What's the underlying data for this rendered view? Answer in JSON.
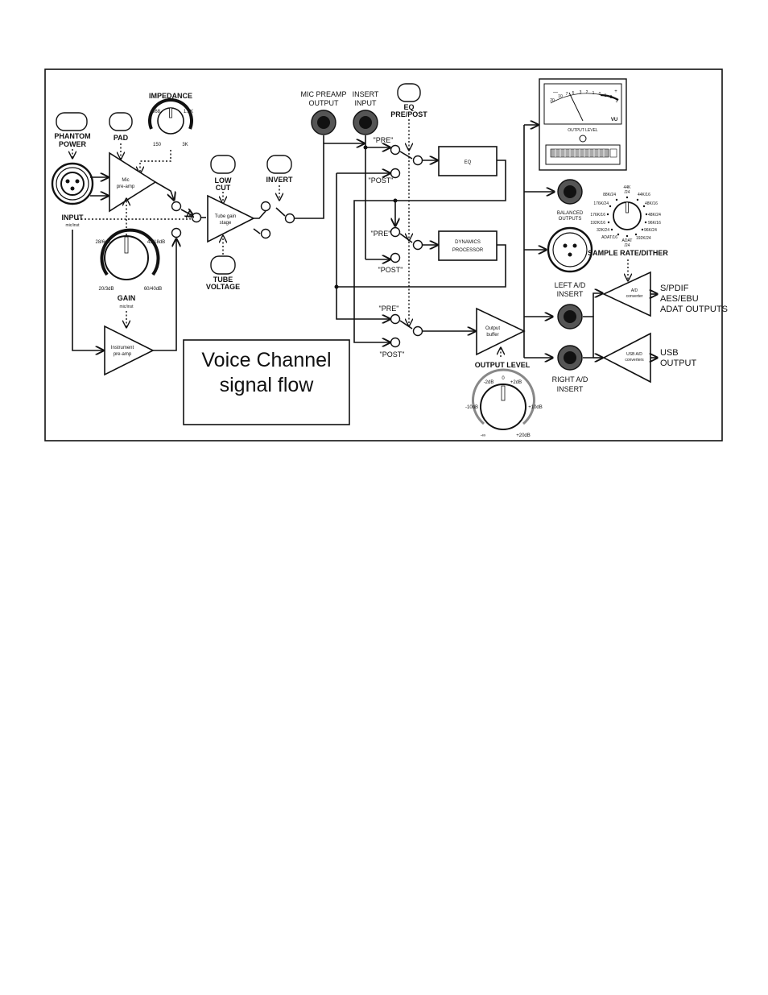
{
  "title": {
    "line1": "Voice Channel",
    "line2": "signal flow"
  },
  "controls": {
    "phantom_power": "PHANTOM\nPOWER",
    "pad": "PAD",
    "impedance": "IMPEDANCE",
    "impedance_ticks": [
      "368",
      "1.2K",
      "150",
      "3K"
    ],
    "input": "INPUT",
    "input_sub": "mic/inst",
    "gain": "GAIN",
    "gain_sub": "mic/inst",
    "gain_ticks": [
      "28/6dB",
      "43/18dB",
      "20/3dB",
      "60/40dB"
    ],
    "low_cut": "LOW\nCUT",
    "tube_voltage": "TUBE\nVOLTAGE",
    "invert": "INVERT",
    "mic_preamp_output": "MIC PREAMP\nOUTPUT",
    "insert_input": "INSERT\nINPUT",
    "eq_pre_post": "EQ\nPRE/POST",
    "output_level": "OUTPUT LEVEL",
    "output_ticks": [
      "-2dB",
      "0",
      "+2dB",
      "-10dB",
      "+10dB",
      "-∞",
      "+20dB"
    ],
    "balanced_outputs": "BALANCED\nOUTPUTS",
    "sample_rate": "SAMPLE RATE/DITHER",
    "sample_rate_ticks": [
      "44K\n/24",
      "88K/24",
      "44K/16",
      "176K/24",
      "48K/16",
      "176K/16",
      "48K/24",
      "192K/16",
      "96K/16",
      "32K/24",
      "96K/24",
      "ADAT/16",
      "ADAT\n/24",
      "192K/24"
    ],
    "left_ad_insert": "LEFT A/D\nINSERT",
    "right_ad_insert": "RIGHT A/D\nINSERT"
  },
  "blocks": {
    "mic_preamp": "Mic\npre-amp",
    "instrument_preamp": "Instrument\npre-amp",
    "tube_gain": "Tube gain\nstage",
    "eq": "EQ",
    "dynamics": "DYNAMICS\nPROCESSOR",
    "output_buffer": "Output\nbuffer",
    "ad_converter": "A/D\nconverter",
    "usb_ad": "USB A/D\nconverters"
  },
  "switches": {
    "pre": "\"PRE\"",
    "post": "\"POST\""
  },
  "outputs": {
    "spdif": "S/PDIF\nAES/EBU\nADAT OUTPUTS",
    "usb": "USB\nOUTPUT"
  },
  "meter": {
    "label": "OUTPUT LEVEL",
    "vu": "VU",
    "scale": [
      "20",
      "10",
      "7",
      "5",
      "3",
      "2",
      "1",
      "0",
      "1",
      "2",
      "3"
    ],
    "minus": "—",
    "plus": "+"
  }
}
